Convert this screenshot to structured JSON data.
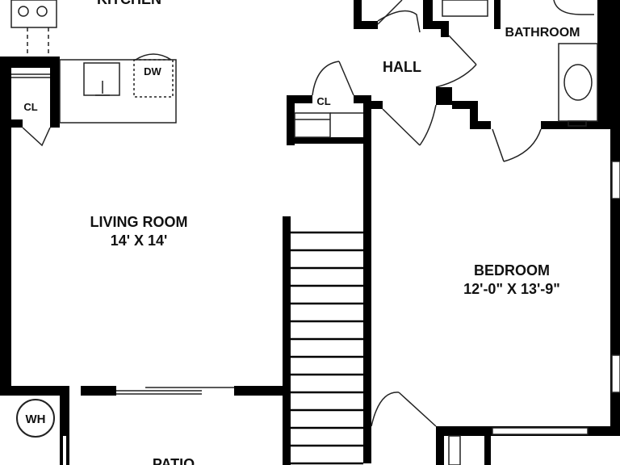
{
  "rooms": {
    "kitchen": "KITCHEN",
    "bathroom": "BATHROOM",
    "hall": "HALL",
    "living_room": "LIVING ROOM",
    "living_room_size": "14' X 14'",
    "bedroom": "BEDROOM",
    "bedroom_size": "12'-0\" X 13'-9\"",
    "patio": "PATIO"
  },
  "fixtures": {
    "dishwasher": "DW",
    "closet_kitchen": "CL",
    "closet_hall": "CL",
    "water_heater": "WH"
  },
  "colors": {
    "wall": "#000000",
    "line": "#222222",
    "background": "#ffffff"
  }
}
